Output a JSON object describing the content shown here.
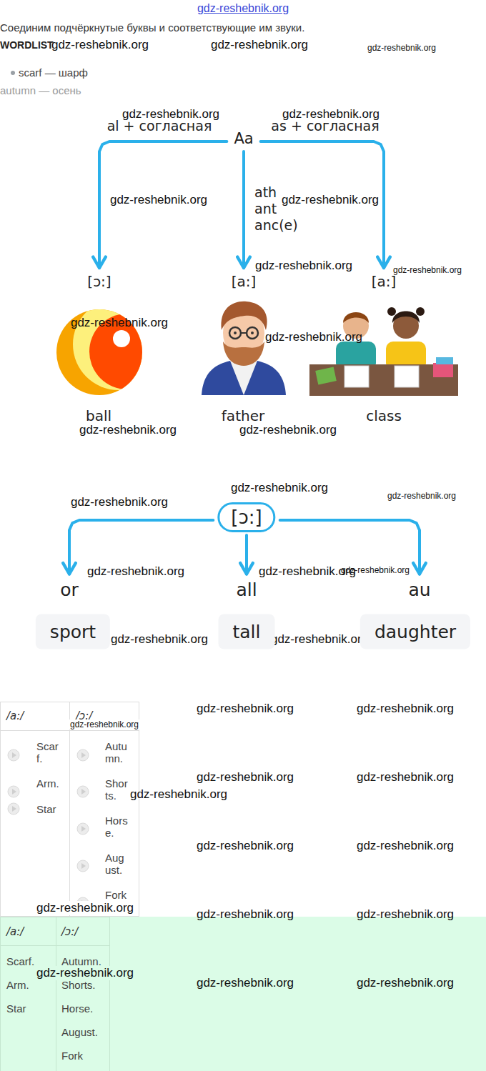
{
  "diagram": {
    "nodes": [
      {
        "text": [
          "Aa"
        ]
      },
      {
        "text": [
          "[ɔ:]"
        ]
      },
      {
        "text": [
          "[a:]"
        ]
      },
      {
        "text": [
          "[a:]"
        ]
      },
      {
        "text": [
          "[ɔ:]"
        ]
      },
      {
        "text": [
          "or"
        ]
      },
      {
        "text": [
          "all"
        ]
      },
      {
        "text": [
          "au"
        ]
      },
      {
        "text": [
          "sport"
        ]
      },
      {
        "text": [
          "tall"
        ]
      },
      {
        "text": [
          "daughter"
        ]
      }
    ],
    "edges": [
      {
        "from": 0,
        "to": 1,
        "arrow": "to",
        "label": "al + согласная"
      },
      {
        "from": 0,
        "to": 2,
        "arrow": "to",
        "label": "ath ant anc(e)"
      },
      {
        "from": 0,
        "to": 3,
        "arrow": "to",
        "label": "as + согласная"
      },
      {
        "from": 4,
        "to": 5,
        "arrow": "to"
      },
      {
        "from": 4,
        "to": 6,
        "arrow": "to"
      },
      {
        "from": 4,
        "to": 7,
        "arrow": "to"
      }
    ],
    "labels": [
      "gdz-reshebnik.org",
      "Соединим подчёркнутые буквы и соответствующие им звуки.",
      "WORDLIST",
      "gdz-reshebnik.org",
      "gdz-reshebnik.org",
      "gdz-reshebnik.org",
      "scarf — шарф",
      "autumn — осень",
      "gdz-reshebnik.org",
      "gdz-reshebnik.org",
      "gdz-reshebnik.org",
      "gdz-reshebnik.org",
      "gdz-reshebnik.org",
      "gdz-reshebnik.org",
      "gdz-reshebnik.org",
      "gdz-reshebnik.org",
      "ball",
      "father",
      "class",
      "gdz-reshebnik.org",
      "gdz-reshebnik.org",
      "gdz-reshebnik.org",
      "gdz-reshebnik.org",
      "gdz-reshebnik.org",
      "gdz-reshebnik.org",
      "gdz-reshebnik.org",
      "gdz-reshebnik.org",
      "gdz-reshebnik.org",
      "gdz-reshebnik.org",
      "/a:/",
      "/ɔ:/",
      "Scarf.",
      "Arm.",
      "Star",
      "Autumn.",
      "Shorts.",
      "Horse.",
      "August.",
      "Fork",
      "gdz-reshebnik.org",
      "gdz-reshebnik.org",
      "gdz-reshebnik.org",
      "gdz-reshebnik.org",
      "gdz-reshebnik.org",
      "gdz-reshebnik.org",
      "gdz-reshebnik.org",
      "gdz-reshebnik.org",
      "gdz-reshebnik.org",
      "gdz-reshebnik.org",
      "gdz-reshebnik.org",
      "gdz-reshebnik.org",
      "gdz-reshebnik.org",
      "/a:/",
      "/ɔ:/",
      "Scarf.",
      "Arm.",
      "Star",
      "Autumn.",
      "Shorts.",
      "Horse.",
      "August.",
      "Fork",
      "gdz-reshebnik.org"
    ]
  }
}
